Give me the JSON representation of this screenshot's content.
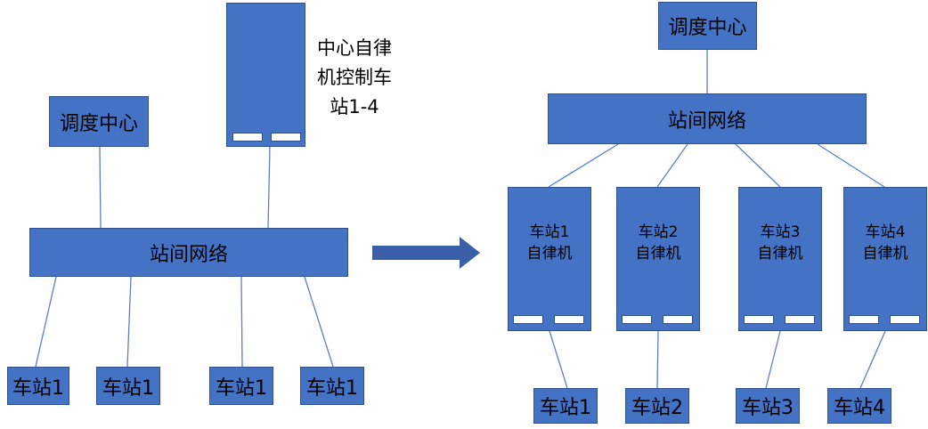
{
  "left": {
    "dispatch_center": "调度中心",
    "central_interlock_label": "中心自律机控制车站1-4",
    "network": "站间网络",
    "stations": [
      "车站1",
      "车站1",
      "车站1",
      "车站1"
    ]
  },
  "right": {
    "dispatch_center": "调度中心",
    "network": "站间网络",
    "interlocks": [
      {
        "line1": "车站1",
        "line2": "自律机"
      },
      {
        "line1": "车站2",
        "line2": "自律机"
      },
      {
        "line1": "车站3",
        "line2": "自律机"
      },
      {
        "line1": "车站4",
        "line2": "自律机"
      }
    ],
    "stations": [
      "车站1",
      "车站2",
      "车站3",
      "车站4"
    ]
  },
  "colors": {
    "box_fill": "#4472c4",
    "box_border": "#2f528f",
    "line": "#5b7fc7",
    "arrow": "#3a5fa8"
  }
}
